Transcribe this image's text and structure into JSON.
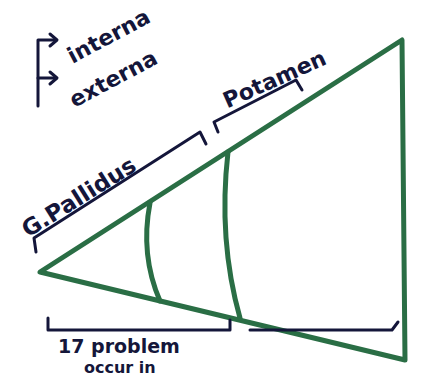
{
  "diagram": {
    "labels": [
      "interna",
      "externa",
      "Potamen",
      "G.Pallidus",
      "17 problem",
      "occur in"
    ]
  }
}
